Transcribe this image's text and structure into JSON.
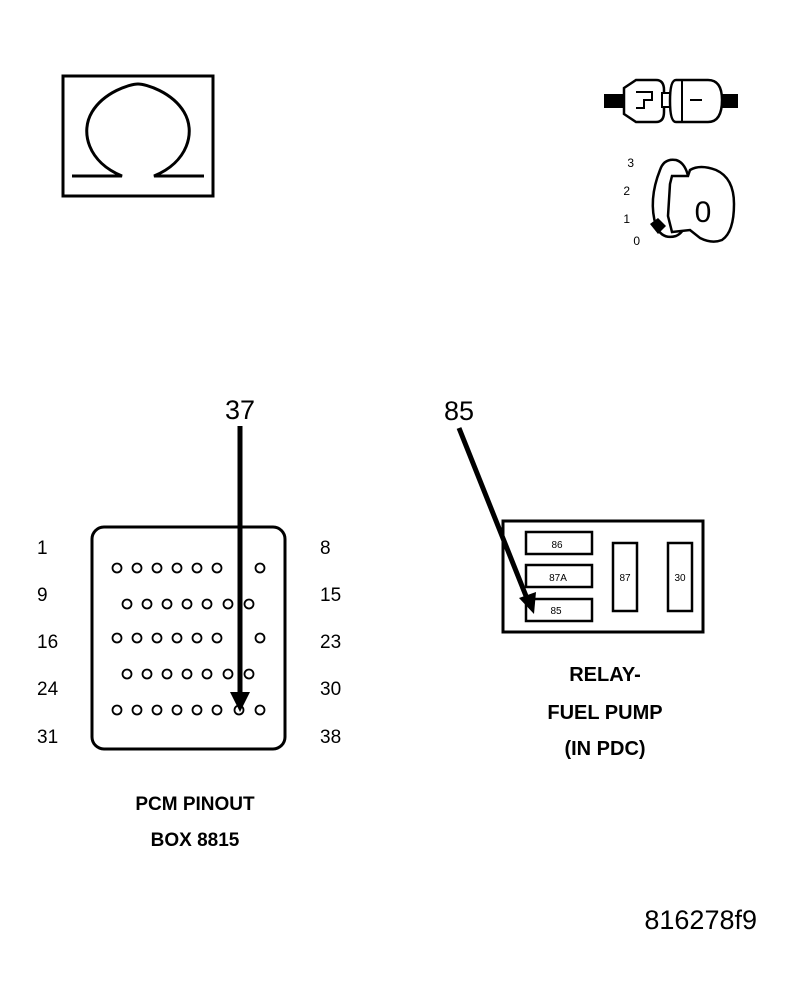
{
  "key": {
    "positions": [
      "3",
      "2",
      "1",
      "0"
    ],
    "face_label": "0"
  },
  "callouts": {
    "pcm_pin": "37",
    "relay_terminal": "85"
  },
  "pcm": {
    "row_numbers_left": [
      "1",
      "9",
      "16",
      "24",
      "31"
    ],
    "row_numbers_right": [
      "8",
      "15",
      "23",
      "30",
      "38"
    ],
    "title_line1": "PCM PINOUT",
    "title_line2": "BOX 8815"
  },
  "relay": {
    "terminals": {
      "t86": "86",
      "t87a": "87A",
      "t85": "85",
      "t87": "87",
      "t30": "30"
    },
    "title_line1": "RELAY-",
    "title_line2": "FUEL PUMP",
    "title_line3": "(IN PDC)"
  },
  "figure_id": "816278f9"
}
